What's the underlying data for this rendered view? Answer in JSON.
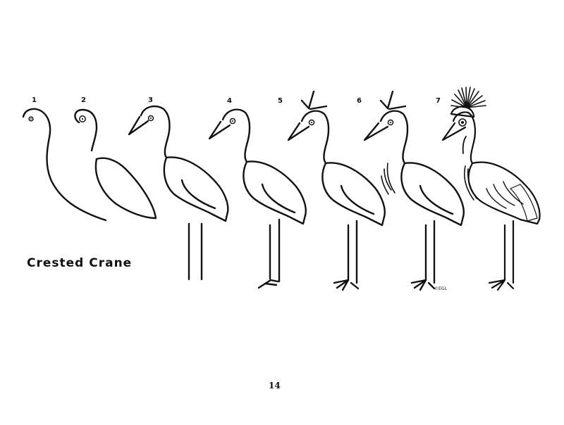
{
  "steps": [
    "1",
    "2",
    "3",
    "4",
    "5",
    "6",
    "7"
  ],
  "caption": "Crested Crane",
  "copyright": "©EGL",
  "page_number": "14",
  "ink_color": "#111111"
}
